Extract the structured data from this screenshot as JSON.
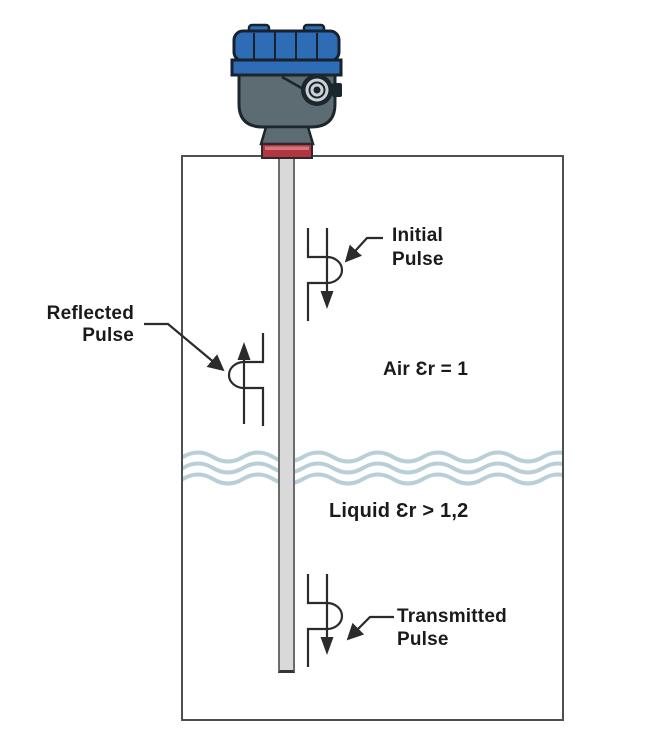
{
  "labels": {
    "initial_line1": "Initial",
    "initial_line2": "Pulse",
    "reflected_line1": "Reflected",
    "reflected_line2": "Pulse",
    "transmitted_line1": "Transmitted",
    "transmitted_line2": "Pulse",
    "air": "Air Ɛr = 1",
    "liquid": "Liquid Ɛr > 1,2"
  },
  "colors": {
    "cap_blue": "#2e6cb5",
    "housing_gray": "#5d6b72",
    "flange_red": "#b23640",
    "flange_red_highlight": "#d5757e",
    "probe_gray": "#d9d9d9",
    "wave_blue": "#b9cfd8",
    "outline_dark": "#1c262c",
    "tank_outline": "#4f4f4f",
    "pulse_stroke": "#2b2b2b",
    "text": "#1a1a1a",
    "background": "#ffffff"
  },
  "icons": {
    "transmitter-head-icon": "instrument housing with blue ribbed cap, gray body, cable gland, red flange",
    "initial-pulse-icon": "wire with right-bulging pulse loop and downward arrow",
    "reflected-pulse-icon": "wire with left-bulging pulse loop and upward arrow",
    "transmitted-pulse-icon": "wire with right-bulging pulse loop and downward arrow",
    "liquid-surface-icon": "three horizontal wavy lines",
    "leader-arrow-icon": "bent leader line with solid arrowhead"
  }
}
